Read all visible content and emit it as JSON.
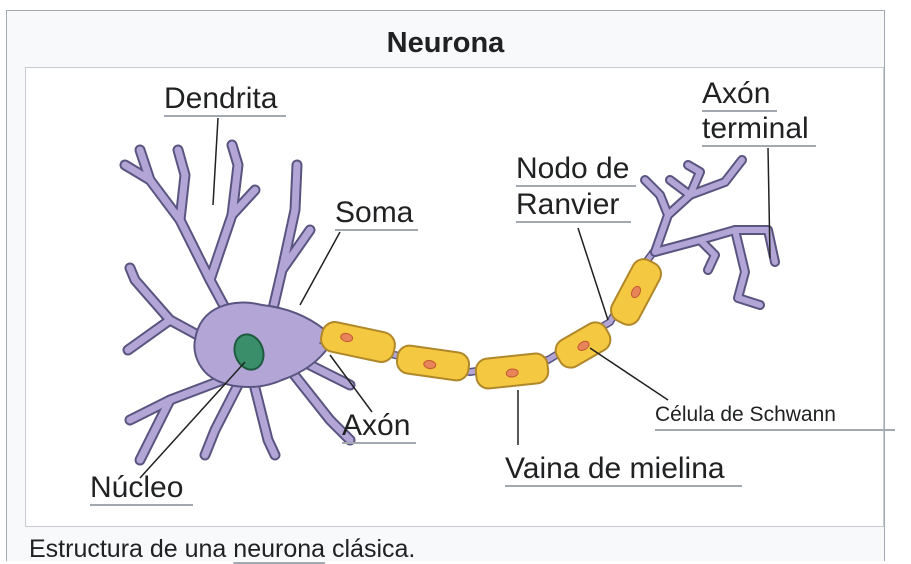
{
  "infobox": {
    "title": "Neurona",
    "caption_before": "Estructura de una ",
    "caption_link": "neurona",
    "caption_after": " clásica."
  },
  "labels": {
    "dendrita": "Dendrita",
    "soma": "Soma",
    "nucleo": "Núcleo",
    "axon": "Axón",
    "nodo_line1": "Nodo de",
    "nodo_line2": "Ranvier",
    "axon_terminal_line1": "Axón",
    "axon_terminal_line2": "terminal",
    "vaina": "Vaina de mielina",
    "schwann": "Célula de Schwann"
  },
  "colors": {
    "cell_body": "#b3a6d6",
    "cell_outline": "#5a5580",
    "nucleus": "#3a8f6a",
    "myelin": "#f5c842",
    "myelin_outline": "#b0882a",
    "schwann_nucleus": "#e8845a"
  }
}
